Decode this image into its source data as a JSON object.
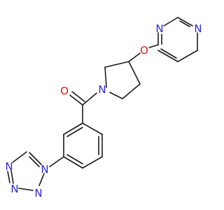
{
  "molecule": {
    "atoms": {
      "o_carbonyl": "O",
      "n_pyrrolidine": "N",
      "o_ether": "O",
      "n_pyrimidine_1": "N",
      "n_pyrimidine_3": "N",
      "n_tetrazole_1": "N",
      "n_tetrazole_2": "N",
      "n_tetrazole_3": "N",
      "n_tetrazole_4": "N"
    },
    "colors": {
      "bond": "#1a1a1a",
      "nitrogen": "#2a2ad8",
      "oxygen": "#e01818"
    }
  }
}
